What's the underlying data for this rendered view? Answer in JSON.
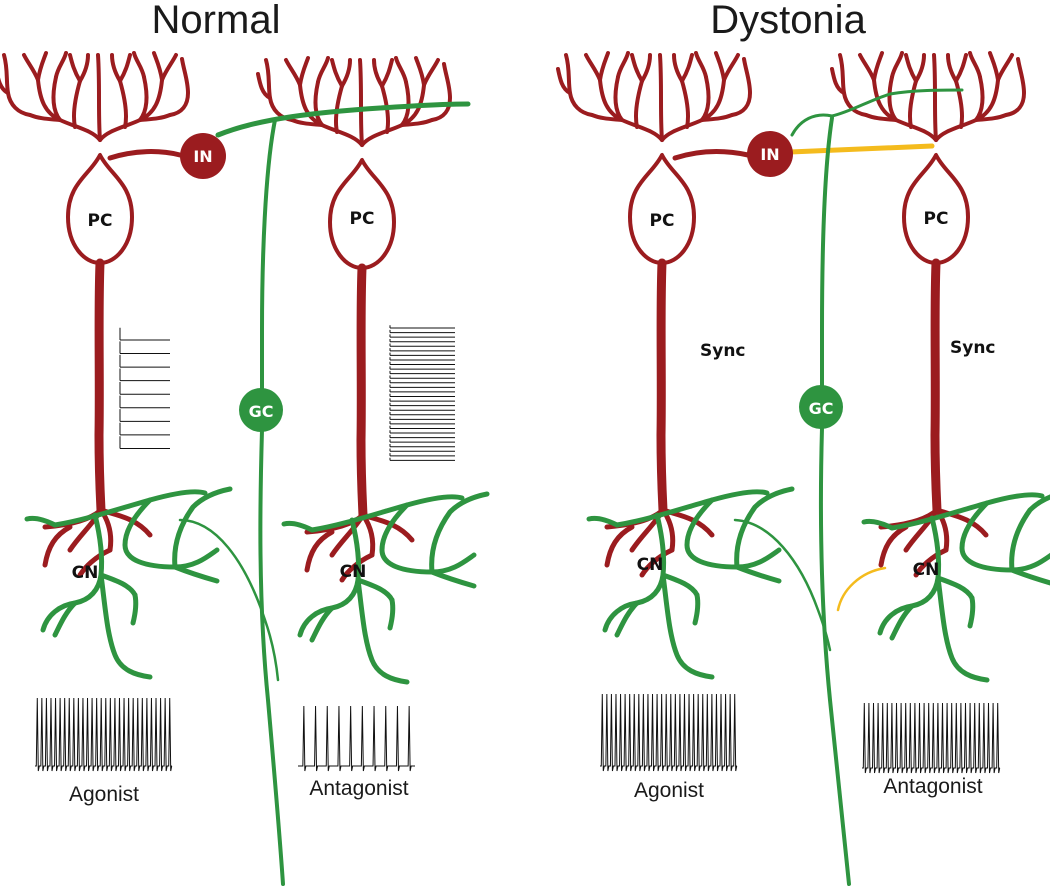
{
  "panels": {
    "normal": {
      "title": "Normal",
      "pc_left": "PC",
      "pc_right": "PC",
      "interneuron": "IN",
      "granule_cell": "GC",
      "cn_left": "CN",
      "cn_right": "CN",
      "caption_left": "Agonist",
      "caption_right": "Antagonist"
    },
    "dystonia": {
      "title": "Dystonia",
      "pc_left": "PC",
      "pc_right": "PC",
      "interneuron": "IN",
      "granule_cell": "GC",
      "cn_left": "CN",
      "cn_right": "CN",
      "sync_left": "Sync",
      "sync_right": "Sync",
      "caption_left": "Agonist",
      "caption_right": "Antagonist"
    }
  },
  "colors": {
    "purkinje": "#9b1c1f",
    "granule": "#2e9440",
    "aberrant_connection": "#f4bb1d",
    "trace": "#111111"
  }
}
